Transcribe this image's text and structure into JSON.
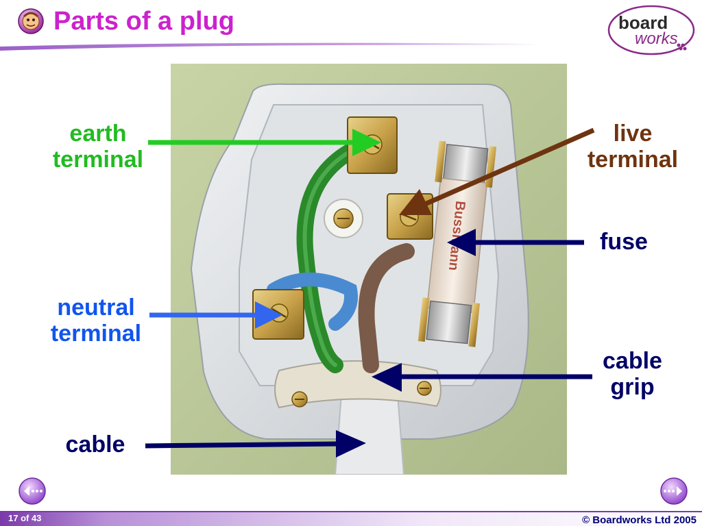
{
  "header": {
    "title": "Parts of a plug",
    "logo_line1": "board",
    "logo_line2": "works"
  },
  "diagram": {
    "subject": "Inside of a UK three-pin plug",
    "labels": {
      "earth": "earth\nterminal",
      "live": "live\nterminal",
      "fuse": "fuse",
      "neutral": "neutral\nterminal",
      "cable_grip": "cable\ngrip",
      "cable": "cable"
    },
    "fuse_text": "Bussmann",
    "colors": {
      "earth": "#22bb22",
      "live": "#6e3410",
      "neutral": "#1155ee",
      "dark_label": "#000066",
      "title": "#cc22cc"
    }
  },
  "footer": {
    "page": "17 of 43",
    "copyright": "© Boardworks Ltd 2005"
  },
  "nav": {
    "back_icon": "back-arrow-icon",
    "forward_icon": "forward-arrow-icon"
  }
}
